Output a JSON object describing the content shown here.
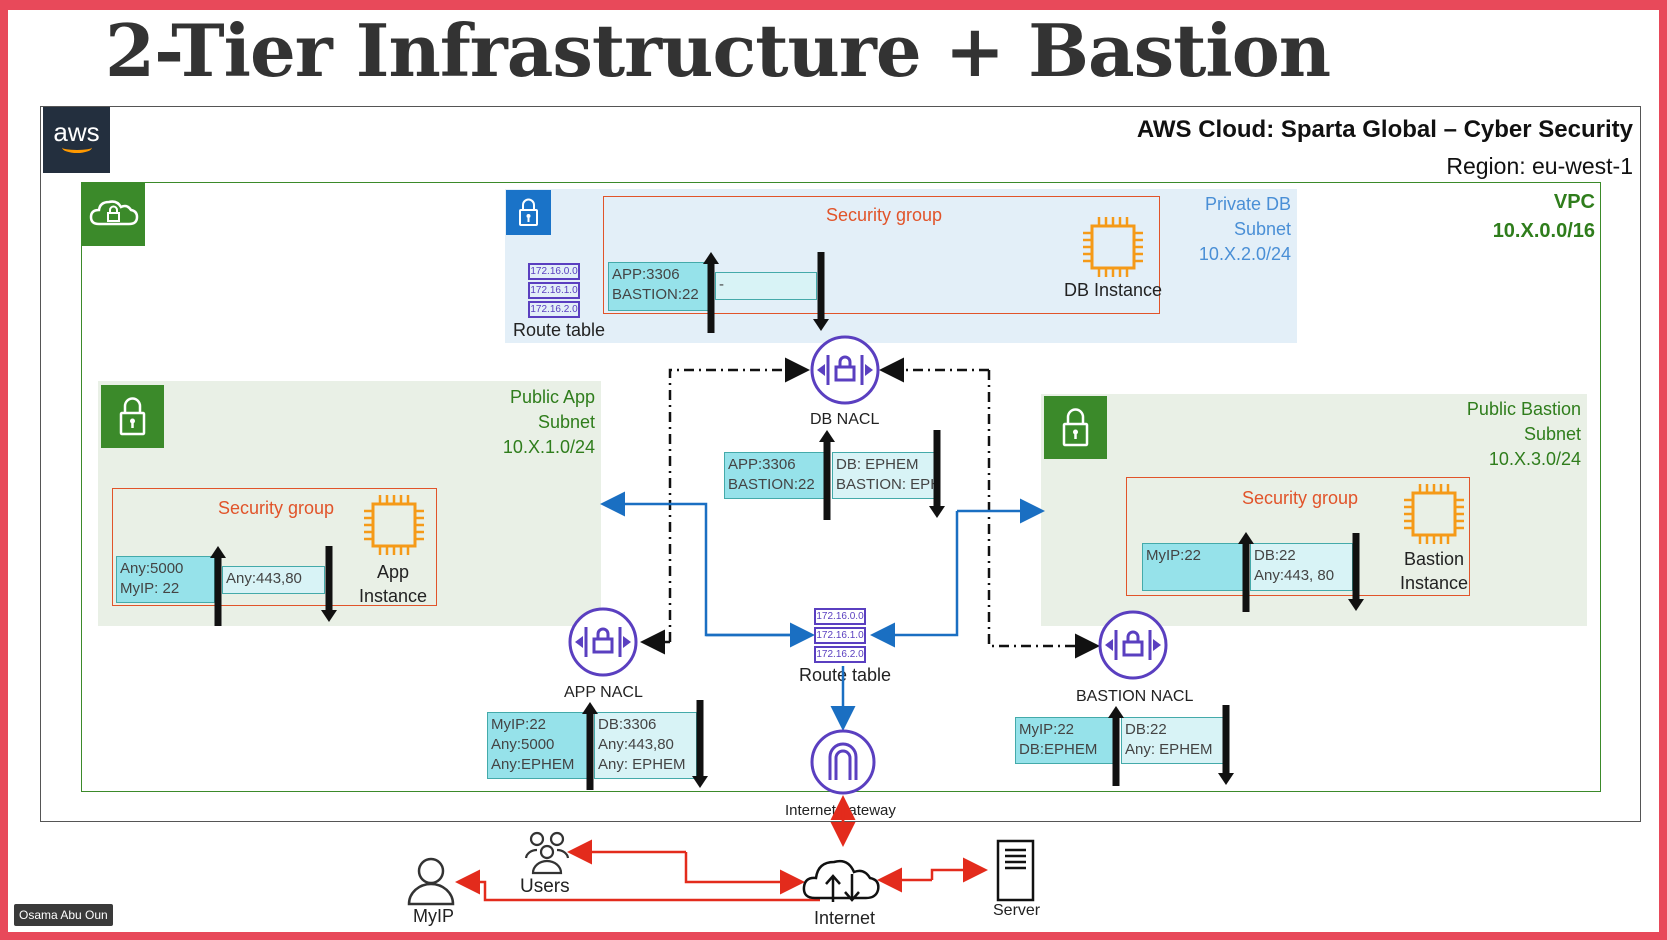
{
  "title": "2-Tier Infrastructure + Bastion",
  "aws": {
    "logo_text": "aws",
    "cloud_title": "AWS Cloud: Sparta Global – Cyber Security",
    "region": "Region: eu-west-1"
  },
  "vpc": {
    "label": "VPC",
    "cidr": "10.X.0.0/16"
  },
  "private_db_subnet": {
    "line1": "Private DB",
    "line2": "Subnet",
    "cidr": "10.X.2.0/24",
    "security_group": "Security group",
    "instance_label": "DB Instance",
    "inbound": [
      "APP:3306",
      "BASTION:22"
    ],
    "outbound": [
      "-"
    ],
    "route_table_label": "Route table",
    "route_entries": [
      "172.16.0.0",
      "172.16.1.0",
      "172.16.2.0"
    ]
  },
  "public_app_subnet": {
    "line1": "Public App",
    "line2": "Subnet",
    "cidr": "10.X.1.0/24",
    "security_group": "Security group",
    "instance_line1": "App",
    "instance_line2": "Instance",
    "inbound": [
      "Any:5000",
      "MyIP: 22"
    ],
    "outbound": [
      "Any:443,80"
    ]
  },
  "public_bastion_subnet": {
    "line1": "Public Bastion",
    "line2": "Subnet",
    "cidr": "10.X.3.0/24",
    "security_group": "Security group",
    "instance_line1": "Bastion",
    "instance_line2": "Instance",
    "inbound": [
      "MyIP:22"
    ],
    "outbound": [
      "DB:22",
      "Any:443, 80"
    ]
  },
  "db_nacl": {
    "label": "DB NACL",
    "inbound": [
      "APP:3306",
      "BASTION:22"
    ],
    "outbound": [
      "DB: EPHEM",
      "BASTION: EPHEM"
    ]
  },
  "app_nacl": {
    "label": "APP NACL",
    "inbound": [
      "MyIP:22",
      "Any:5000",
      "Any:EPHEM"
    ],
    "outbound": [
      "DB:3306",
      "Any:443,80",
      "Any: EPHEM"
    ]
  },
  "bastion_nacl": {
    "label": "BASTION NACL",
    "inbound": [
      "MyIP:22",
      "DB:EPHEM"
    ],
    "outbound": [
      "DB:22",
      "Any: EPHEM"
    ]
  },
  "main_route_table": {
    "label": "Route table",
    "route_entries": [
      "172.16.0.0",
      "172.16.1.0",
      "172.16.2.0"
    ]
  },
  "internet_gateway_label": "Internet gateway",
  "external": {
    "users": "Users",
    "myip": "MyIP",
    "internet": "Internet",
    "server": "Server"
  },
  "presenter_name": "Osama Abu Oun",
  "colors": {
    "frame": "#e8495a",
    "vpc_green": "#3b8a2a",
    "sg_orange": "#e1542a",
    "db_subnet_blue": "#e3eff8",
    "public_subnet_green": "#e9f0e6",
    "nacl_purple": "#5a3fc0",
    "flow_blue": "#1a6fc2",
    "internet_red": "#e32b1c",
    "rule_cyan": "#96e2ea",
    "chip_orange": "#f59a18"
  }
}
